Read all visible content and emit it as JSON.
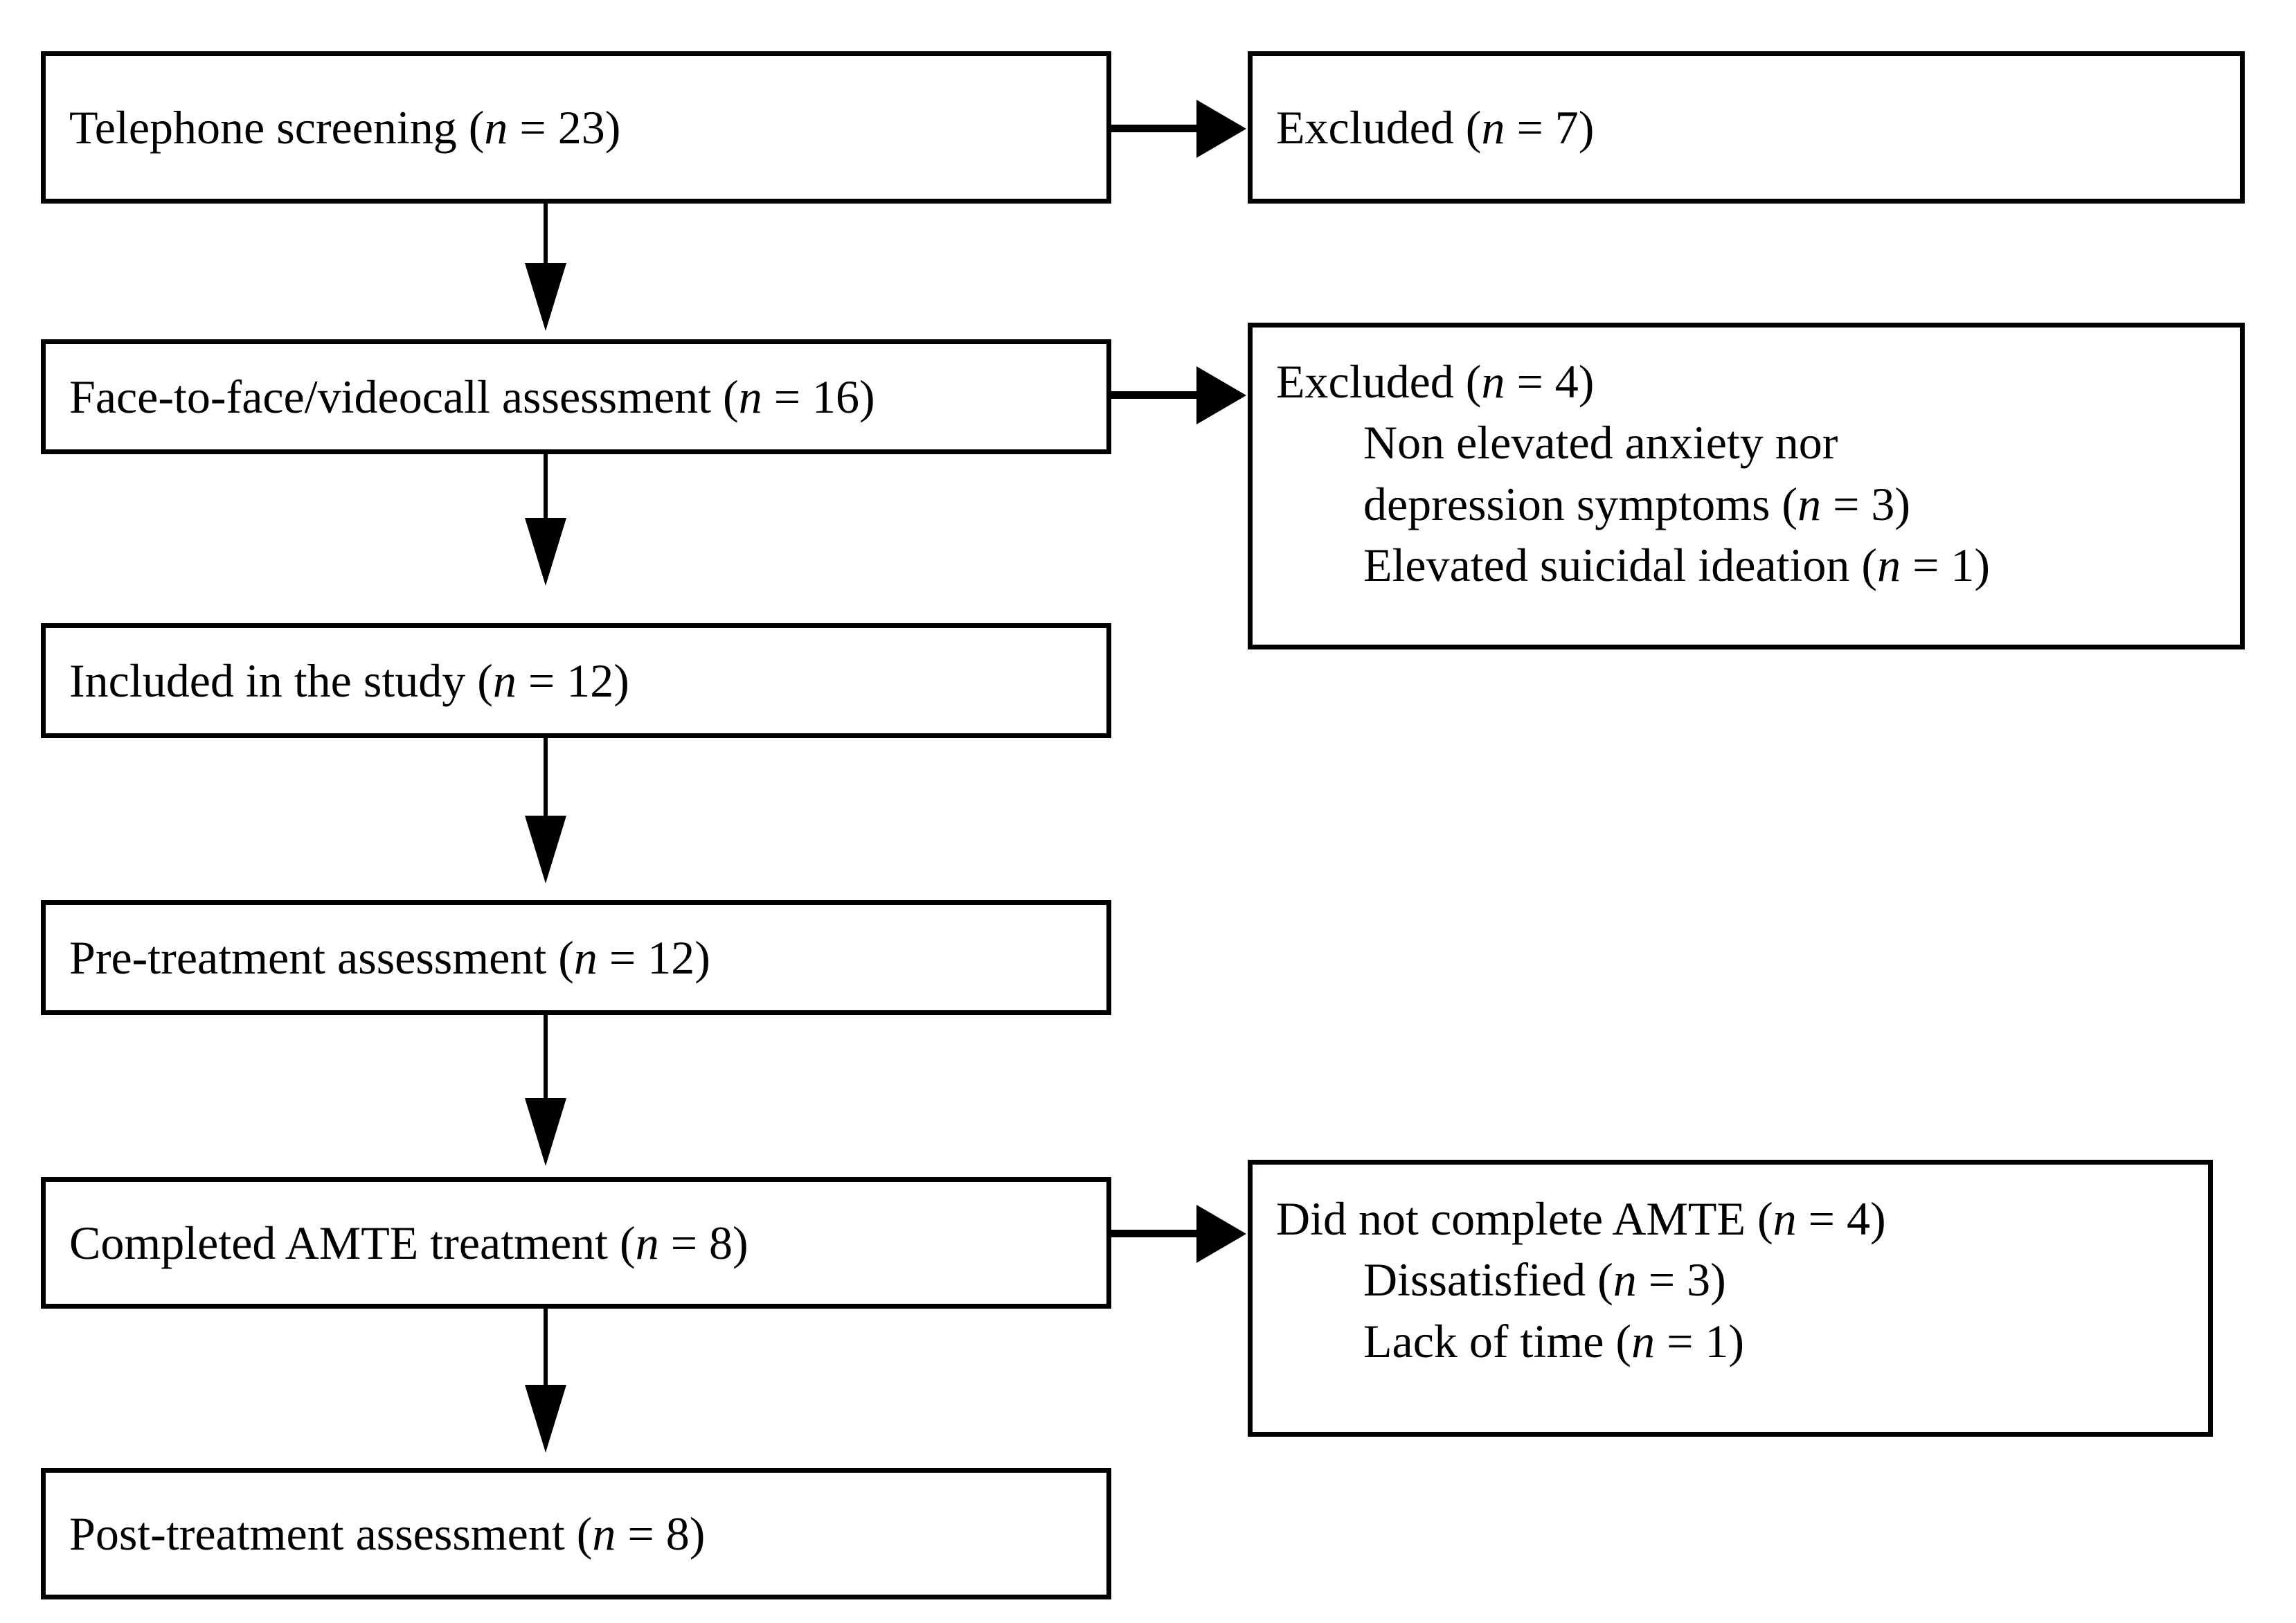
{
  "diagram": {
    "type": "participant-flow-chart",
    "orientation": "top-to-bottom",
    "background_color": "#ffffff",
    "line_color": "#000000",
    "text_color": "#000000"
  },
  "nodes": {
    "telephone_screening": {
      "label": "Telephone screening (",
      "n_symbol": "n",
      "n_value": " = 23)",
      "count": 23
    },
    "excluded_1": {
      "label": "Excluded (",
      "n_symbol": "n",
      "n_value": " = 7)",
      "count": 7
    },
    "assessment": {
      "label": "Face-to-face/videocall assessment (",
      "n_symbol": "n",
      "n_value": " = 16)",
      "count": 16
    },
    "excluded_2": {
      "title_label": "Excluded (",
      "title_n_symbol": "n",
      "title_n_value": " = 4)",
      "count": 4,
      "reasons": [
        {
          "line1": "Non elevated anxiety nor",
          "line2": "depression symptoms (",
          "n_symbol": "n",
          "n_value": " = 3)",
          "count": 3
        },
        {
          "line1": "Elevated suicidal ideation (",
          "n_symbol": "n",
          "n_value": " = 1)",
          "count": 1
        }
      ]
    },
    "included": {
      "label": "Included in the study (",
      "n_symbol": "n",
      "n_value": " = 12)",
      "count": 12
    },
    "pre_treatment": {
      "label": "Pre-treatment assessment (",
      "n_symbol": "n",
      "n_value": " = 12)",
      "count": 12
    },
    "completed": {
      "label": "Completed AMTE treatment (",
      "n_symbol": "n",
      "n_value": " = 8)",
      "count": 8
    },
    "did_not_complete": {
      "title_label": "Did not complete AMTE (",
      "title_n_symbol": "n",
      "title_n_value": " = 4)",
      "count": 4,
      "reasons": [
        {
          "line1": "Dissatisfied (",
          "n_symbol": "n",
          "n_value": " = 3)",
          "count": 3
        },
        {
          "line1": "Lack of time (",
          "n_symbol": "n",
          "n_value": " = 1)",
          "count": 1
        }
      ]
    },
    "post_treatment": {
      "label": "Post-treatment assessment (",
      "n_symbol": "n",
      "n_value": " = 8)",
      "count": 8
    }
  },
  "edges": [
    {
      "from": "telephone_screening",
      "to": "excluded_1",
      "direction": "right"
    },
    {
      "from": "telephone_screening",
      "to": "assessment",
      "direction": "down"
    },
    {
      "from": "assessment",
      "to": "excluded_2",
      "direction": "right"
    },
    {
      "from": "assessment",
      "to": "included",
      "direction": "down"
    },
    {
      "from": "included",
      "to": "pre_treatment",
      "direction": "down"
    },
    {
      "from": "pre_treatment",
      "to": "completed",
      "direction": "down"
    },
    {
      "from": "completed",
      "to": "did_not_complete",
      "direction": "right"
    },
    {
      "from": "completed",
      "to": "post_treatment",
      "direction": "down"
    }
  ]
}
